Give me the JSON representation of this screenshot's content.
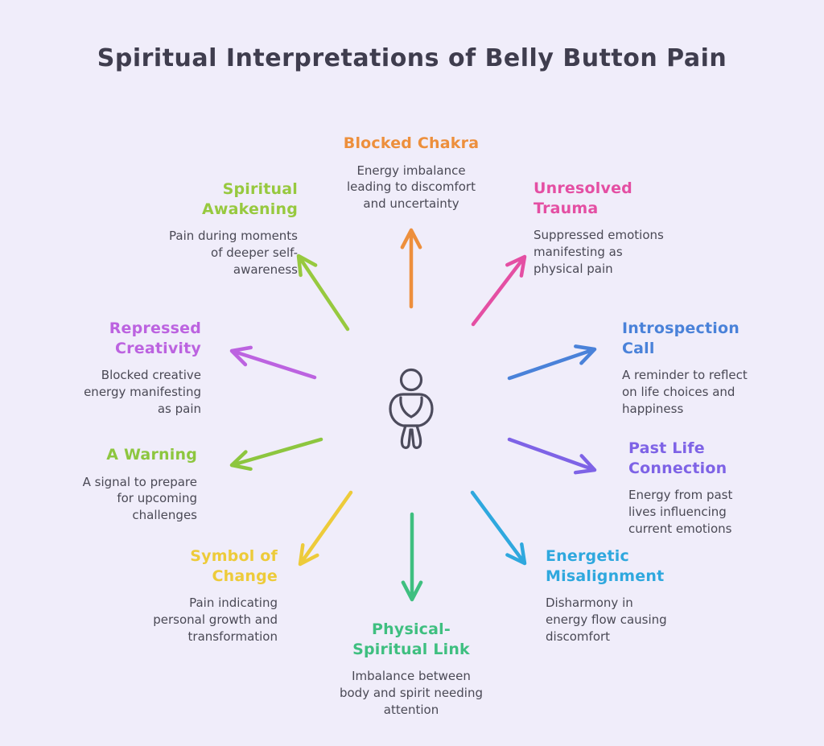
{
  "title": "Spiritual Interpretations of Belly Button Pain",
  "background_color": "#F0EDFA",
  "title_color": "#3F3D4E",
  "description_color": "#4A4955",
  "figure": {
    "name": "person-holding-belly-icon",
    "color": "#4C4B5C"
  },
  "nodes": [
    {
      "id": "blocked-chakra",
      "label": "Blocked Chakra",
      "description": "Energy imbalance\nleading to discomfort\nand uncertainty",
      "color": "#ED8F3C",
      "position": "top"
    },
    {
      "id": "unresolved-trauma",
      "label": "Unresolved\nTrauma",
      "description": "Suppressed emotions\nmanifesting as\nphysical pain",
      "color": "#E44FA3",
      "position": "top-right"
    },
    {
      "id": "introspection-call",
      "label": "Introspection\nCall",
      "description": "A reminder to reflect\non life choices and\nhappiness",
      "color": "#4A82D9",
      "position": "right"
    },
    {
      "id": "past-life-connection",
      "label": "Past Life\nConnection",
      "description": "Energy from past\nlives influencing\ncurrent emotions",
      "color": "#7E63E6",
      "position": "lower-right"
    },
    {
      "id": "energetic-misalignment",
      "label": "Energetic\nMisalignment",
      "description": "Disharmony in\nenergy flow causing\ndiscomfort",
      "color": "#2FA8DE",
      "position": "bottom-right"
    },
    {
      "id": "physical-spiritual-link",
      "label": "Physical-\nSpiritual Link",
      "description": "Imbalance between\nbody and spirit needing\nattention",
      "color": "#3FBF80",
      "position": "bottom"
    },
    {
      "id": "symbol-of-change",
      "label": "Symbol of\nChange",
      "description": "Pain indicating\npersonal growth and\ntransformation",
      "color": "#EDCB3A",
      "position": "bottom-left"
    },
    {
      "id": "a-warning",
      "label": "A Warning",
      "description": "A signal to prepare\nfor upcoming\nchallenges",
      "color": "#8DC63F",
      "position": "lower-left"
    },
    {
      "id": "repressed-creativity",
      "label": "Repressed\nCreativity",
      "description": "Blocked creative\nenergy manifesting\nas pain",
      "color": "#BC63E0",
      "position": "left"
    },
    {
      "id": "spiritual-awakening",
      "label": "Spiritual\nAwakening",
      "description": "Pain during moments\nof deeper self-\nawareness",
      "color": "#97C93F",
      "position": "top-left"
    }
  ]
}
